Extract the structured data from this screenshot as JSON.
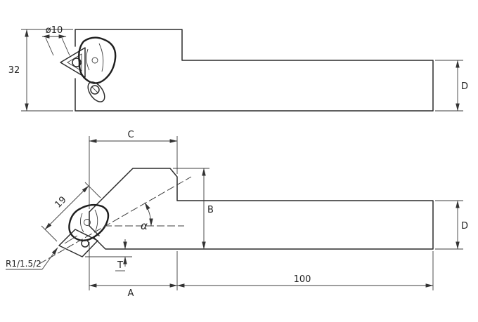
{
  "drawing": {
    "type": "engineering-drawing",
    "background": "#ffffff",
    "line_color": "#2c2c2c",
    "views": {
      "top": {
        "dims": {
          "insert_circle": "ø10",
          "body_height": "32",
          "shank_height": "D"
        }
      },
      "side": {
        "dims": {
          "head_top_length": "C",
          "insert_edge_length": "19",
          "head_height": "B",
          "shank_height": "D",
          "tool_angle": "α",
          "nose_radius": "R1/1.5/2",
          "tip_offset": "T",
          "head_bottom_length": "A",
          "shank_length": "100"
        }
      }
    }
  }
}
